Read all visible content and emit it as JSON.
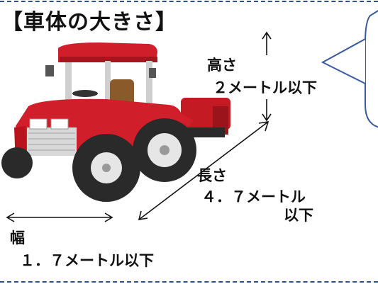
{
  "title": "【車体の大きさ】",
  "height": {
    "label": "高さ",
    "value": "２メートル以下"
  },
  "length": {
    "label": "長さ",
    "value_line1": "４．７メートル",
    "value_line2": "以下"
  },
  "width": {
    "label": "幅",
    "value": "１．７メートル以下"
  },
  "colors": {
    "accent": "#2f4f8f",
    "tractor": "#d01f2a",
    "tire": "#2a2a2a",
    "bubble_border": "#3a5a9a"
  }
}
